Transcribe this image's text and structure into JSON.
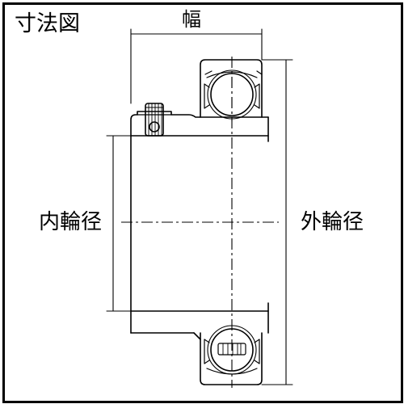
{
  "title": "寸法図",
  "labels": {
    "width": "幅",
    "inner_diameter": "内輪径",
    "outer_diameter": "外輪径"
  },
  "colors": {
    "line": "#000000",
    "background": "#ffffff"
  }
}
